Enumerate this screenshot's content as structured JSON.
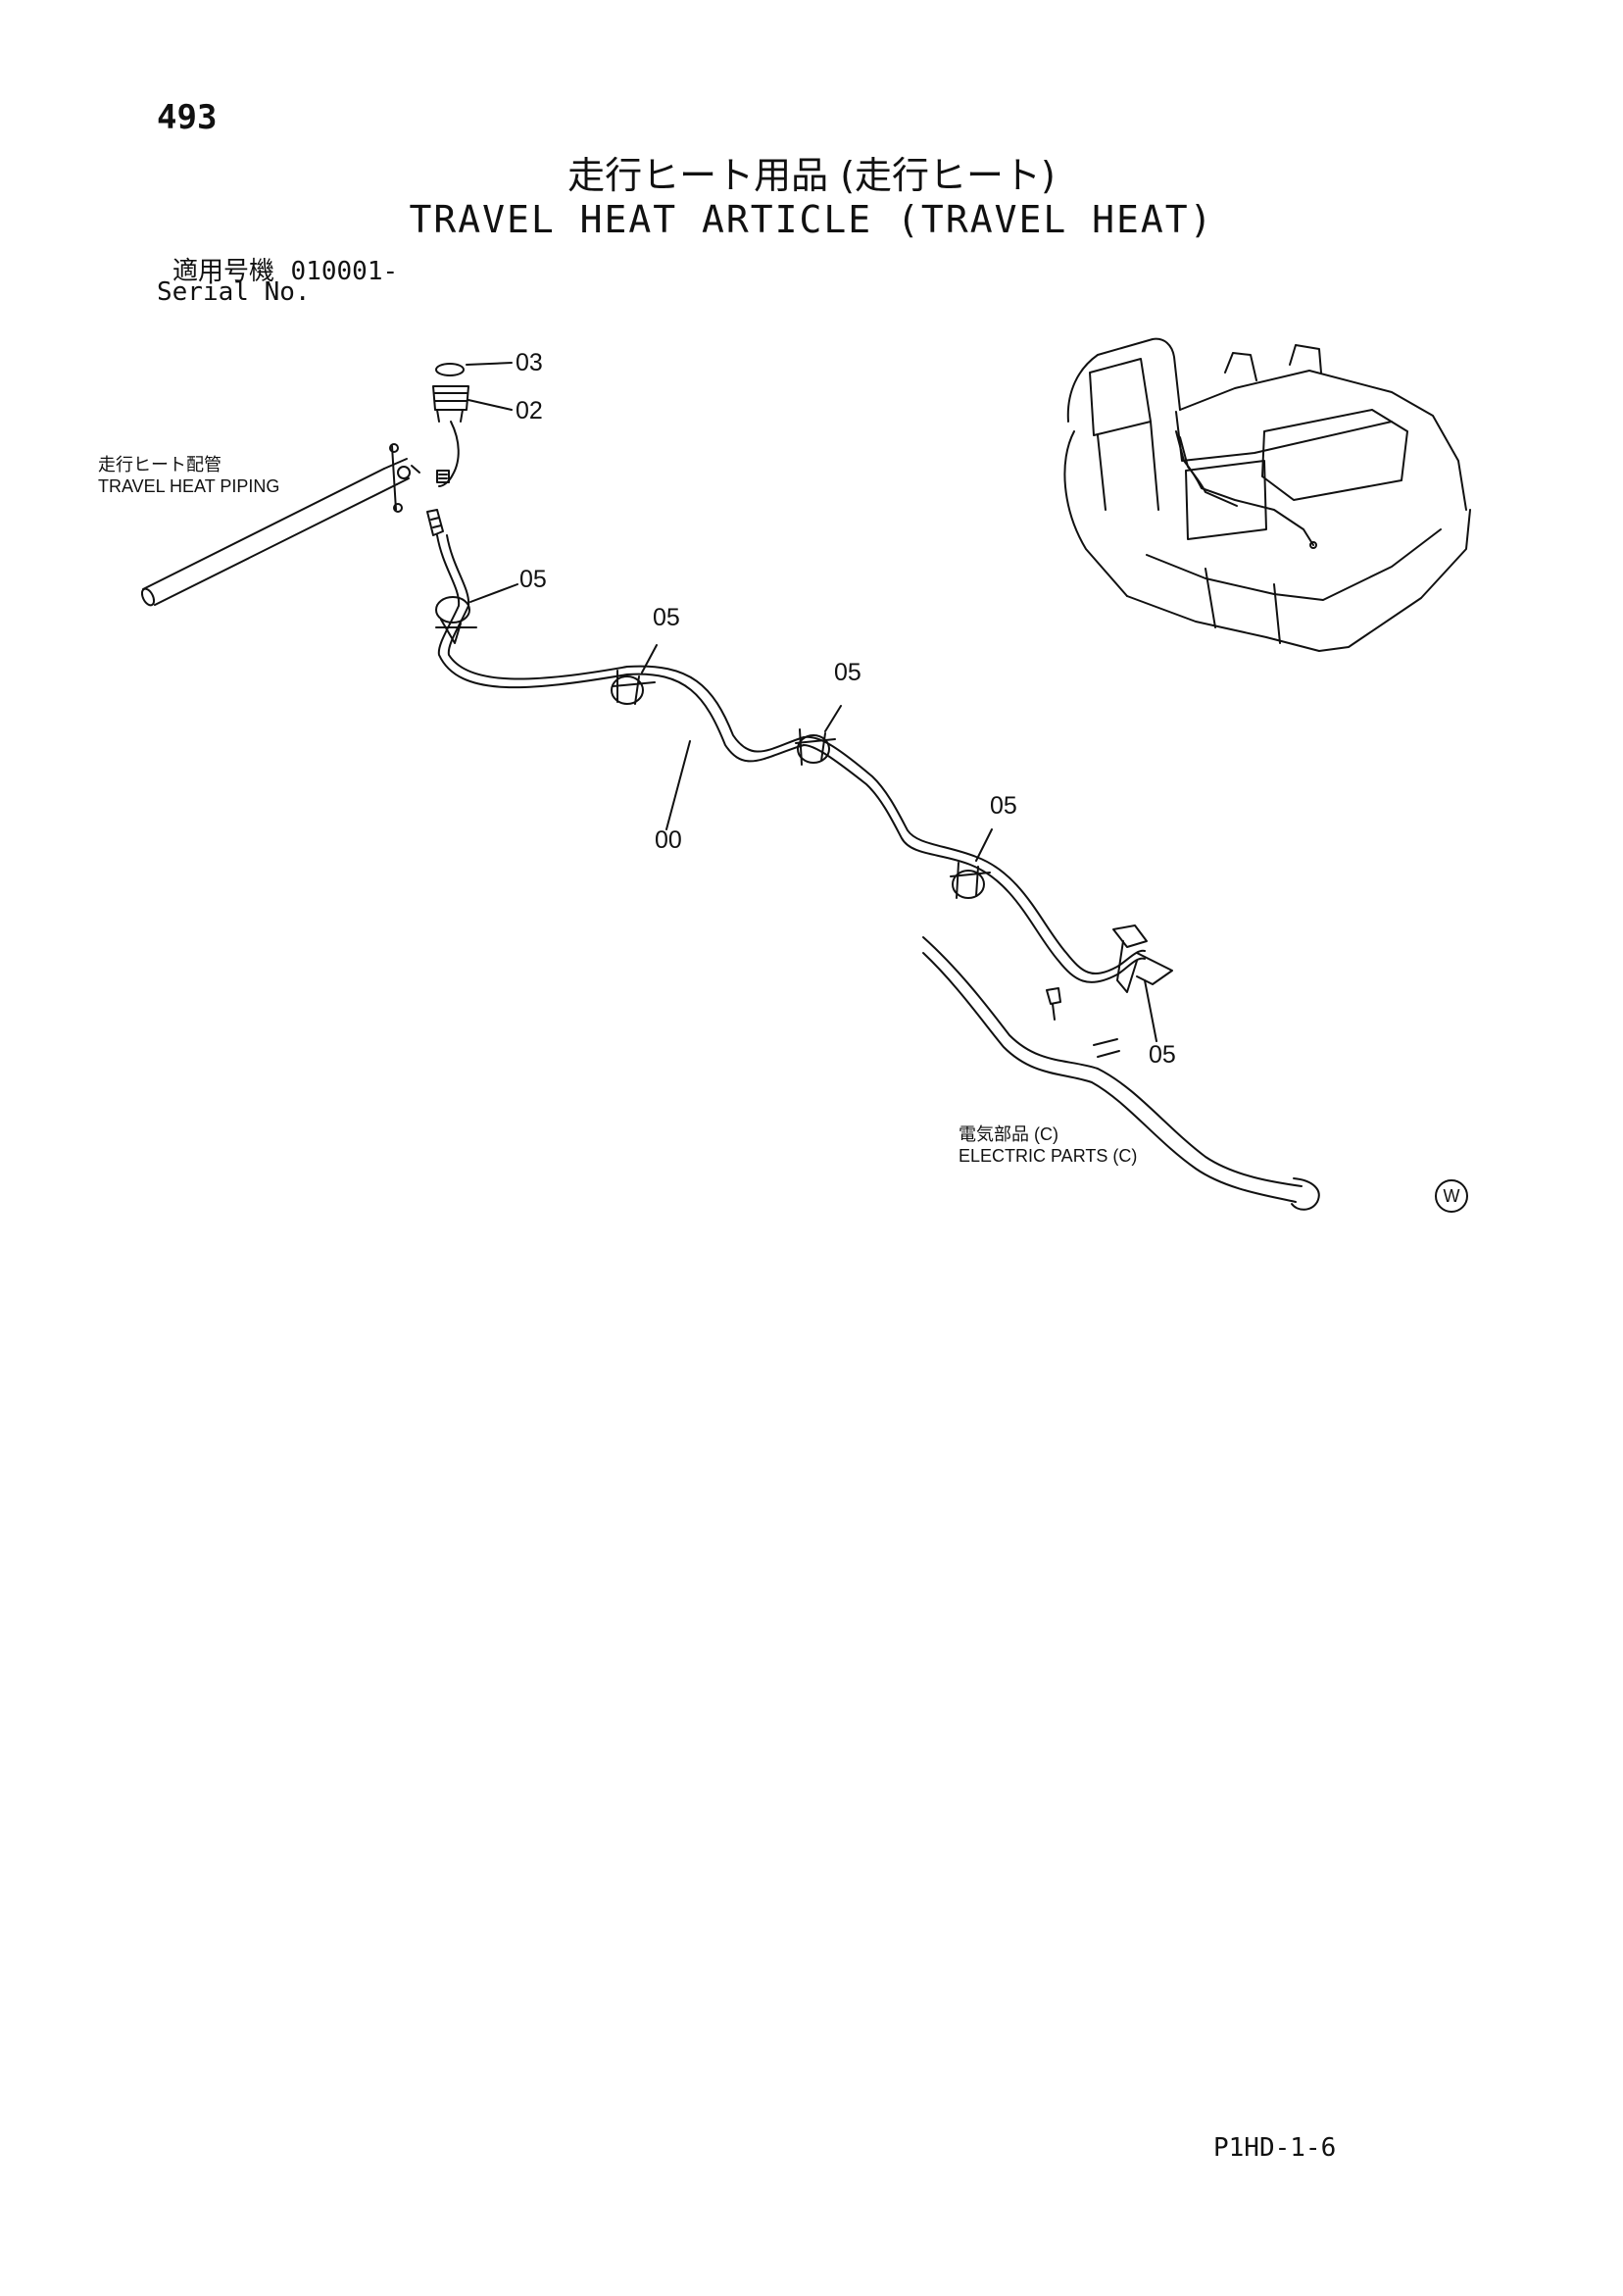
{
  "page_number": "493",
  "title_jp": "走行ヒート用品 (走行ヒート)",
  "title_en": "TRAVEL HEAT ARTICLE (TRAVEL HEAT)",
  "serial": {
    "label_jp": "適用号機",
    "value": "010001-",
    "label_en": "Serial No."
  },
  "references": {
    "piping_jp": "走行ヒート配管",
    "piping_en": "TRAVEL HEAT PIPING",
    "electric_jp": "電気部品 (C)",
    "electric_en": "ELECTRIC PARTS (C)"
  },
  "callouts": [
    "03",
    "02",
    "05",
    "05",
    "05",
    "00",
    "05",
    "05"
  ],
  "mark": "W",
  "footer_code": "P1HD-1-6"
}
